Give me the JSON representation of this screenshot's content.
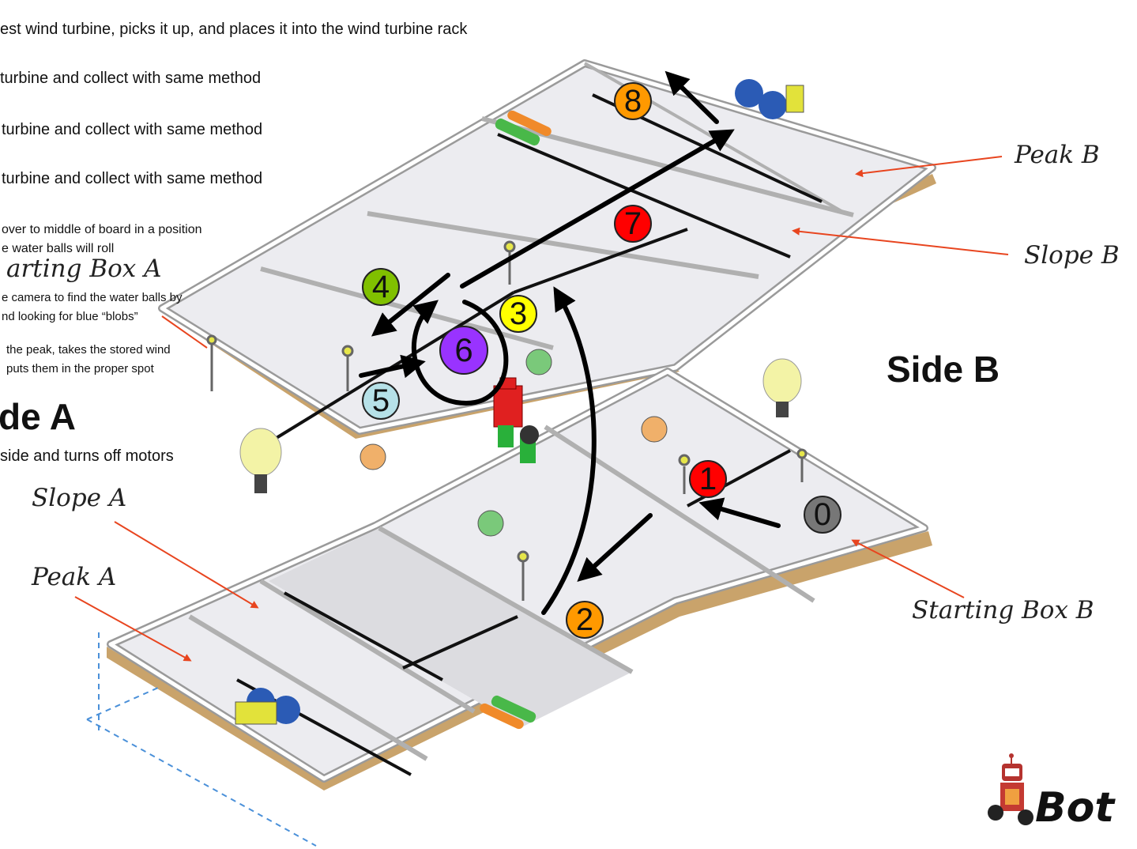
{
  "steps_text": [
    "est wind turbine, picks it up, and places it into the wind turbine rack",
    " turbine and collect with same method",
    "turbine and collect with same method",
    "turbine and collect with same method",
    "over to middle of board in a position",
    "e water balls will roll",
    "e camera to find the water balls by",
    "nd looking for blue “blobs”",
    "the peak, takes the stored wind",
    "puts them in the proper spot",
    "side and turns off motors"
  ],
  "zones": {
    "peak_b": "Peak B",
    "slope_b": "Slope B",
    "starting_box_b": "Starting Box B",
    "starting_box_a": "arting Box A",
    "slope_a": "Slope A",
    "peak_a": "Peak A"
  },
  "sides": {
    "side_b": "Side B",
    "side_a": "de A"
  },
  "markers": [
    {
      "label": "0",
      "color": "#777777"
    },
    {
      "label": "1",
      "color": "#ff0000"
    },
    {
      "label": "2",
      "color": "#ff9900"
    },
    {
      "label": "3",
      "color": "#ffff00"
    },
    {
      "label": "4",
      "color": "#80c000"
    },
    {
      "label": "5",
      "color": "#b6e1e8"
    },
    {
      "label": "6",
      "color": "#9933ff"
    },
    {
      "label": "7",
      "color": "#ff0000"
    },
    {
      "label": "8",
      "color": "#ff9900"
    }
  ],
  "logo": {
    "text": "Bot"
  }
}
